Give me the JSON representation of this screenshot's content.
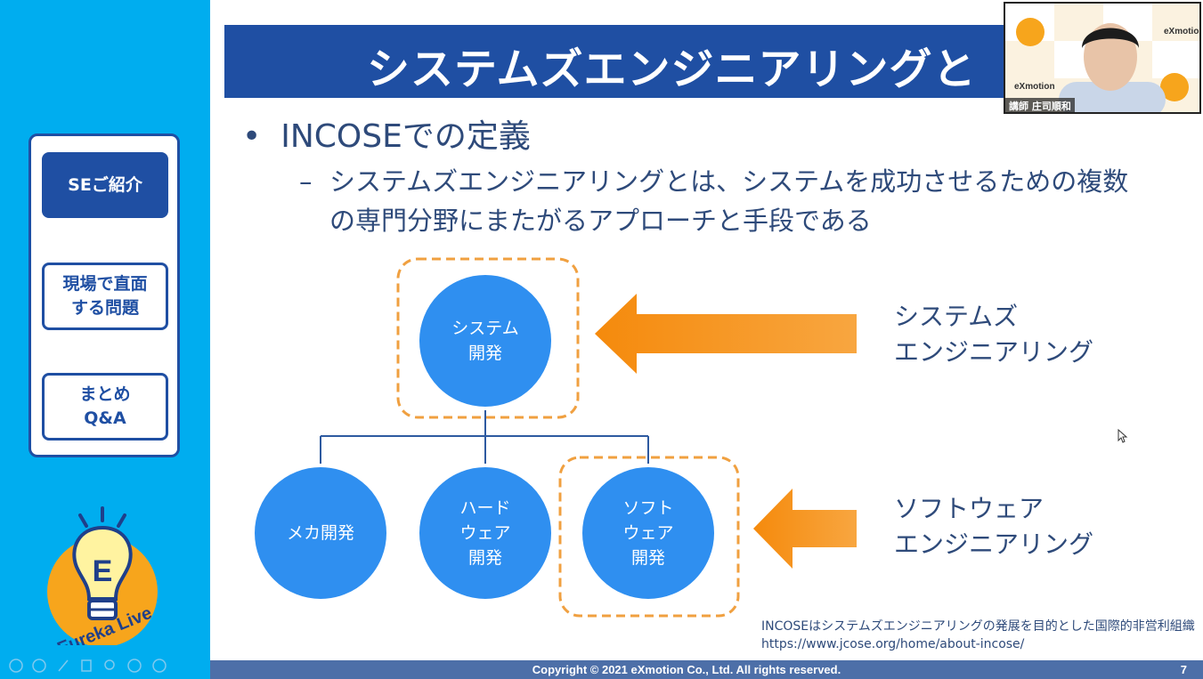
{
  "slide": {
    "title": "システムズエンジニアリングと",
    "bullets": {
      "level1_marker": "•",
      "level1": "INCOSEでの定義",
      "level2_marker": "–",
      "level2": "システムズエンジニアリングとは、システムを成功させるための複数の専門分野にまたがるアプローチと手段である"
    },
    "diagram": {
      "root_line1": "システム",
      "root_line2": "開発",
      "child1": "メカ開発",
      "child2_line1": "ハード",
      "child2_line2": "ウェア",
      "child2_line3": "開発",
      "child3_line1": "ソフト",
      "child3_line2": "ウェア",
      "child3_line3": "開発",
      "label_se_line1": "システムズ",
      "label_se_line2": "エンジニアリング",
      "label_sw_line1": "ソフトウェア",
      "label_sw_line2": "エンジニアリング"
    },
    "footnote_line1": "INCOSEはシステムズエンジニアリングの発展を目的とした国際的非営利組織",
    "footnote_line2": "https://www.jcose.org/home/about-incose/",
    "copyright": "Copyright © 2021 eXmotion Co., Ltd. All rights reserved.",
    "page_number": "7"
  },
  "sidebar": {
    "items": [
      {
        "line1": "SEご紹介",
        "line2": "",
        "active": true
      },
      {
        "line1": "現場で直面",
        "line2": "する問題",
        "active": false
      },
      {
        "line1": "まとめ",
        "line2": "Q&A",
        "active": false
      }
    ],
    "logo_letter": "E",
    "logo_text": "Eureka Live"
  },
  "webcam": {
    "name_label": "講師 庄司順和",
    "brand": "eXmotion"
  },
  "colors": {
    "sidebar_bg": "#00adef",
    "title_bg": "#1f4fa3",
    "node_fill": "#2f8ff0",
    "arrow": "#f7941d",
    "dashed_box": "#f0a040",
    "text": "#2e4a7a",
    "footer_bg": "#4d6fa8"
  },
  "icons": [
    "lightbulb-logo-icon",
    "arrow-left-icon",
    "play-icon",
    "pen-icon",
    "copy-icon",
    "zoom-icon",
    "more-icon",
    "mouse-cursor-icon"
  ]
}
